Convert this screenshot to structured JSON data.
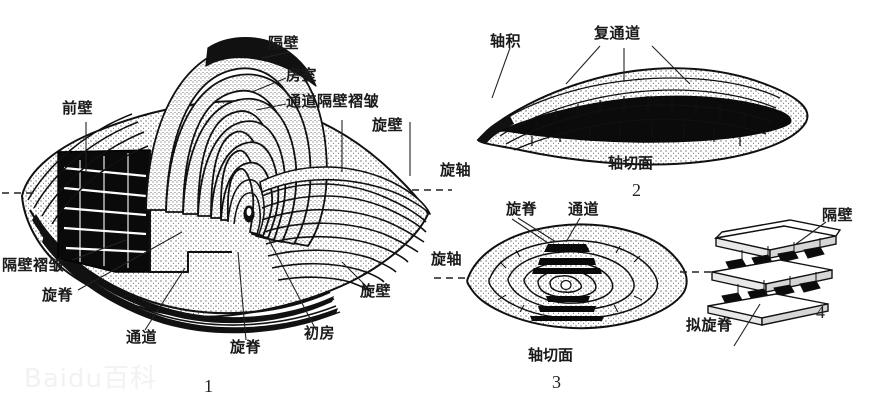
{
  "figure": {
    "title_context": "fusulinid-foraminifera-anatomy-plate",
    "watermark": "Baidu百科"
  },
  "fig1": {
    "number": "1",
    "labels": {
      "septum": "隔壁",
      "chamber": "房室",
      "tunnel_septal_folds": "通道隔壁褶皱",
      "spirotheca_top": "旋壁",
      "anterior_wall": "前壁",
      "axis": "旋轴",
      "septal_folds": "隔壁褶皱",
      "chomata_left": "旋脊",
      "tunnel": "通道",
      "chomata_mid": "旋脊",
      "proloculus": "初房",
      "spirotheca_bottom": "旋壁"
    }
  },
  "fig2": {
    "number": "2",
    "caption": "轴切面",
    "labels": {
      "axial_filling": "轴积",
      "multiple_tunnel": "复通道"
    }
  },
  "fig3": {
    "number": "3",
    "caption": "轴切面",
    "labels": {
      "chomata": "旋脊",
      "tunnel": "通道",
      "axis": "旋轴"
    }
  },
  "fig4": {
    "number": "4",
    "labels": {
      "septum": "隔壁",
      "pseudochomata": "拟旋脊"
    }
  },
  "colors": {
    "ink": "#1a1a1a",
    "fill_dark": "#000000",
    "paper": "#ffffff",
    "watermark": "#f2f2f2"
  }
}
